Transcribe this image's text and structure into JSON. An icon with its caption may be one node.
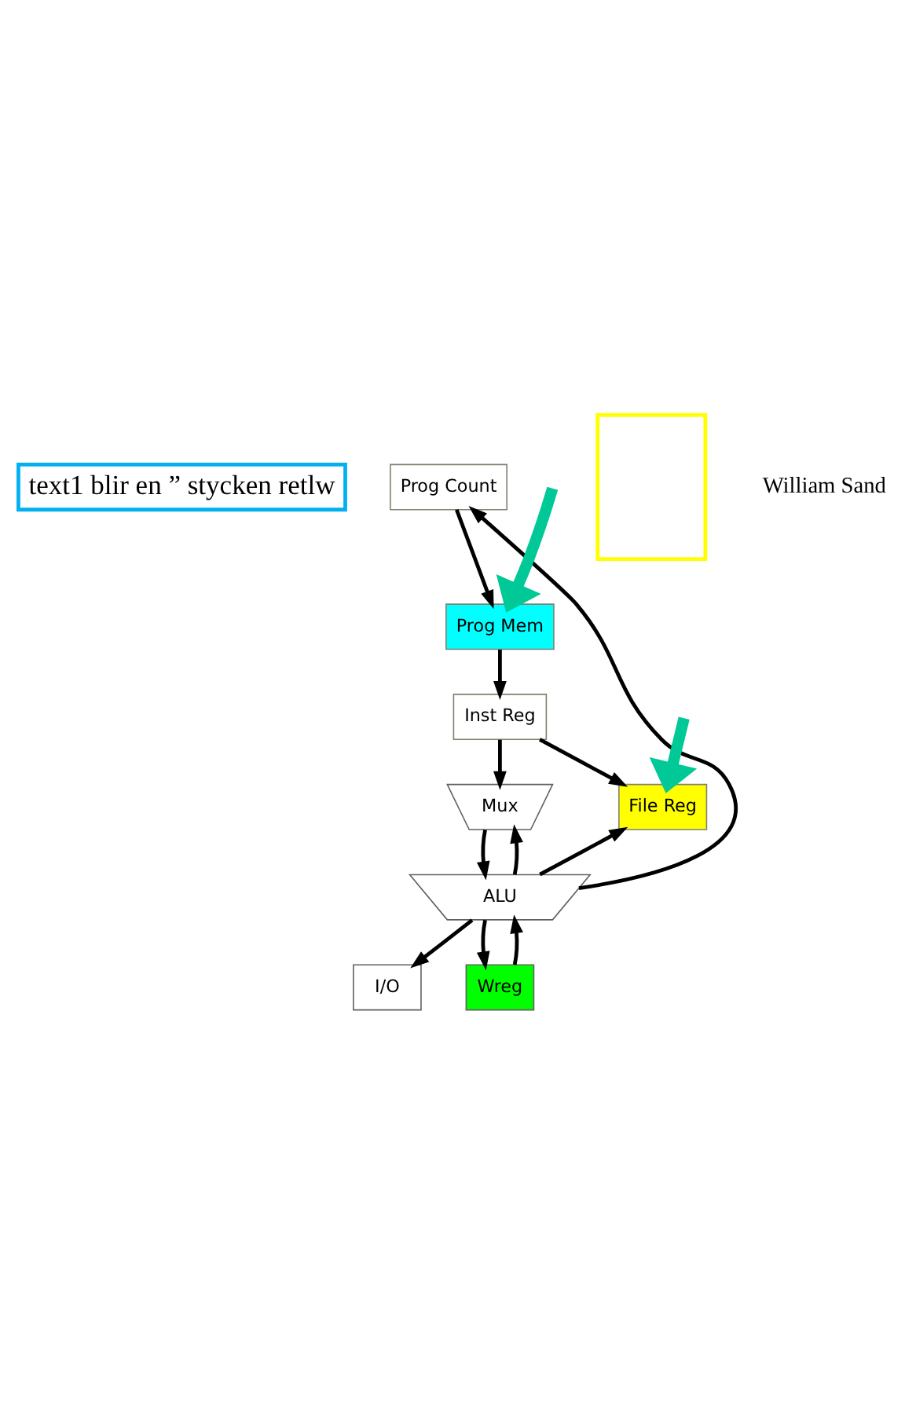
{
  "diagram": {
    "nodes": [
      {
        "text": [
          "text1 blir en ” stycken retlw"
        ]
      },
      {
        "text": [
          "Prog Mem"
        ]
      },
      {
        "text": [
          "Prog Count"
        ]
      },
      {
        "text": [
          "Inst Reg"
        ]
      },
      {
        "text": [
          "File Reg"
        ]
      },
      {
        "text": [],
        "shape": "box"
      },
      {
        "text": [
          "Mux"
        ]
      },
      {
        "text": [
          "ALU"
        ]
      },
      {
        "text": [
          "I/O"
        ]
      },
      {
        "text": [
          "Wreg"
        ]
      }
    ],
    "edges": [
      {
        "from": null,
        "to": 1,
        "arrow": "to",
        "style": "thick",
        "color": "#00c896"
      },
      {
        "from": 2,
        "to": 1,
        "arrow": "to"
      },
      {
        "from": 1,
        "to": 3,
        "arrow": "to"
      },
      {
        "from": 3,
        "to": 4,
        "arrow": "to"
      },
      {
        "from": null,
        "to": 4,
        "arrow": "to",
        "style": "thick",
        "color": "#00c896"
      },
      {
        "from": 3,
        "to": 6,
        "arrow": "to"
      },
      {
        "from": 7,
        "to": 2,
        "arrow": "to"
      },
      {
        "from": 7,
        "to": 4,
        "arrow": "to"
      },
      {
        "from": 7,
        "to": 6,
        "arrow": "to"
      },
      {
        "from": 6,
        "to": 7,
        "arrow": "to"
      },
      {
        "from": 9,
        "to": 7,
        "arrow": "to"
      },
      {
        "from": 7,
        "to": 8,
        "arrow": "to"
      },
      {
        "from": 7,
        "to": 9,
        "arrow": "to"
      }
    ],
    "labels": [
      "William Sand"
    ]
  }
}
